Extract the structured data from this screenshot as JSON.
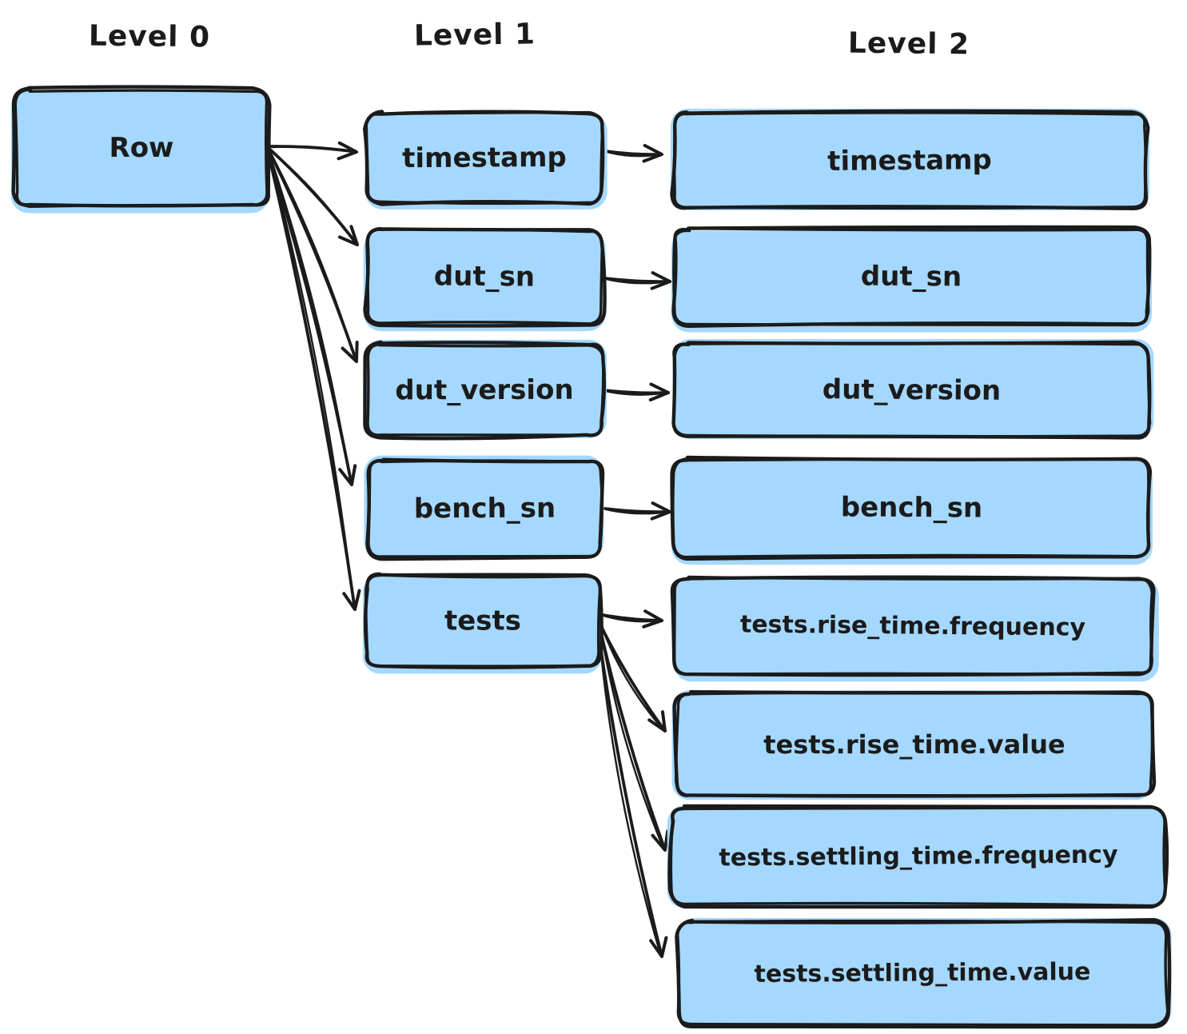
{
  "diagram": {
    "column_headers": [
      {
        "id": "level0",
        "label": "Level 0"
      },
      {
        "id": "level1",
        "label": "Level 1"
      },
      {
        "id": "level2",
        "label": "Level 2"
      }
    ],
    "nodes": [
      {
        "id": "row",
        "label": "Row",
        "level": 0
      },
      {
        "id": "l1-timestamp",
        "label": "timestamp",
        "level": 1
      },
      {
        "id": "l1-dut_sn",
        "label": "dut_sn",
        "level": 1
      },
      {
        "id": "l1-dut_version",
        "label": "dut_version",
        "level": 1
      },
      {
        "id": "l1-bench_sn",
        "label": "bench_sn",
        "level": 1
      },
      {
        "id": "l1-tests",
        "label": "tests",
        "level": 1
      },
      {
        "id": "l2-timestamp",
        "label": "timestamp",
        "level": 2
      },
      {
        "id": "l2-dut_sn",
        "label": "dut_sn",
        "level": 2
      },
      {
        "id": "l2-dut_version",
        "label": "dut_version",
        "level": 2
      },
      {
        "id": "l2-bench_sn",
        "label": "bench_sn",
        "level": 2
      },
      {
        "id": "l2-rise-frequency",
        "label": "tests.rise_time.frequency",
        "level": 2
      },
      {
        "id": "l2-rise-value",
        "label": "tests.rise_time.value",
        "level": 2
      },
      {
        "id": "l2-settling-frequency",
        "label": "tests.settling_time.frequency",
        "level": 2
      },
      {
        "id": "l2-settling-value",
        "label": "tests.settling_time.value",
        "level": 2
      }
    ],
    "edges": [
      {
        "from": "row",
        "to": "l1-timestamp"
      },
      {
        "from": "row",
        "to": "l1-dut_sn"
      },
      {
        "from": "row",
        "to": "l1-dut_version"
      },
      {
        "from": "row",
        "to": "l1-bench_sn"
      },
      {
        "from": "row",
        "to": "l1-tests"
      },
      {
        "from": "l1-timestamp",
        "to": "l2-timestamp"
      },
      {
        "from": "l1-dut_sn",
        "to": "l2-dut_sn"
      },
      {
        "from": "l1-dut_version",
        "to": "l2-dut_version"
      },
      {
        "from": "l1-bench_sn",
        "to": "l2-bench_sn"
      },
      {
        "from": "l1-tests",
        "to": "l2-rise-frequency"
      },
      {
        "from": "l1-tests",
        "to": "l2-rise-value"
      },
      {
        "from": "l1-tests",
        "to": "l2-settling-frequency"
      },
      {
        "from": "l1-tests",
        "to": "l2-settling-value"
      }
    ],
    "colors": {
      "node_fill": "#a5d8ff",
      "stroke": "#1b1b1b",
      "background": "#ffffff"
    }
  }
}
